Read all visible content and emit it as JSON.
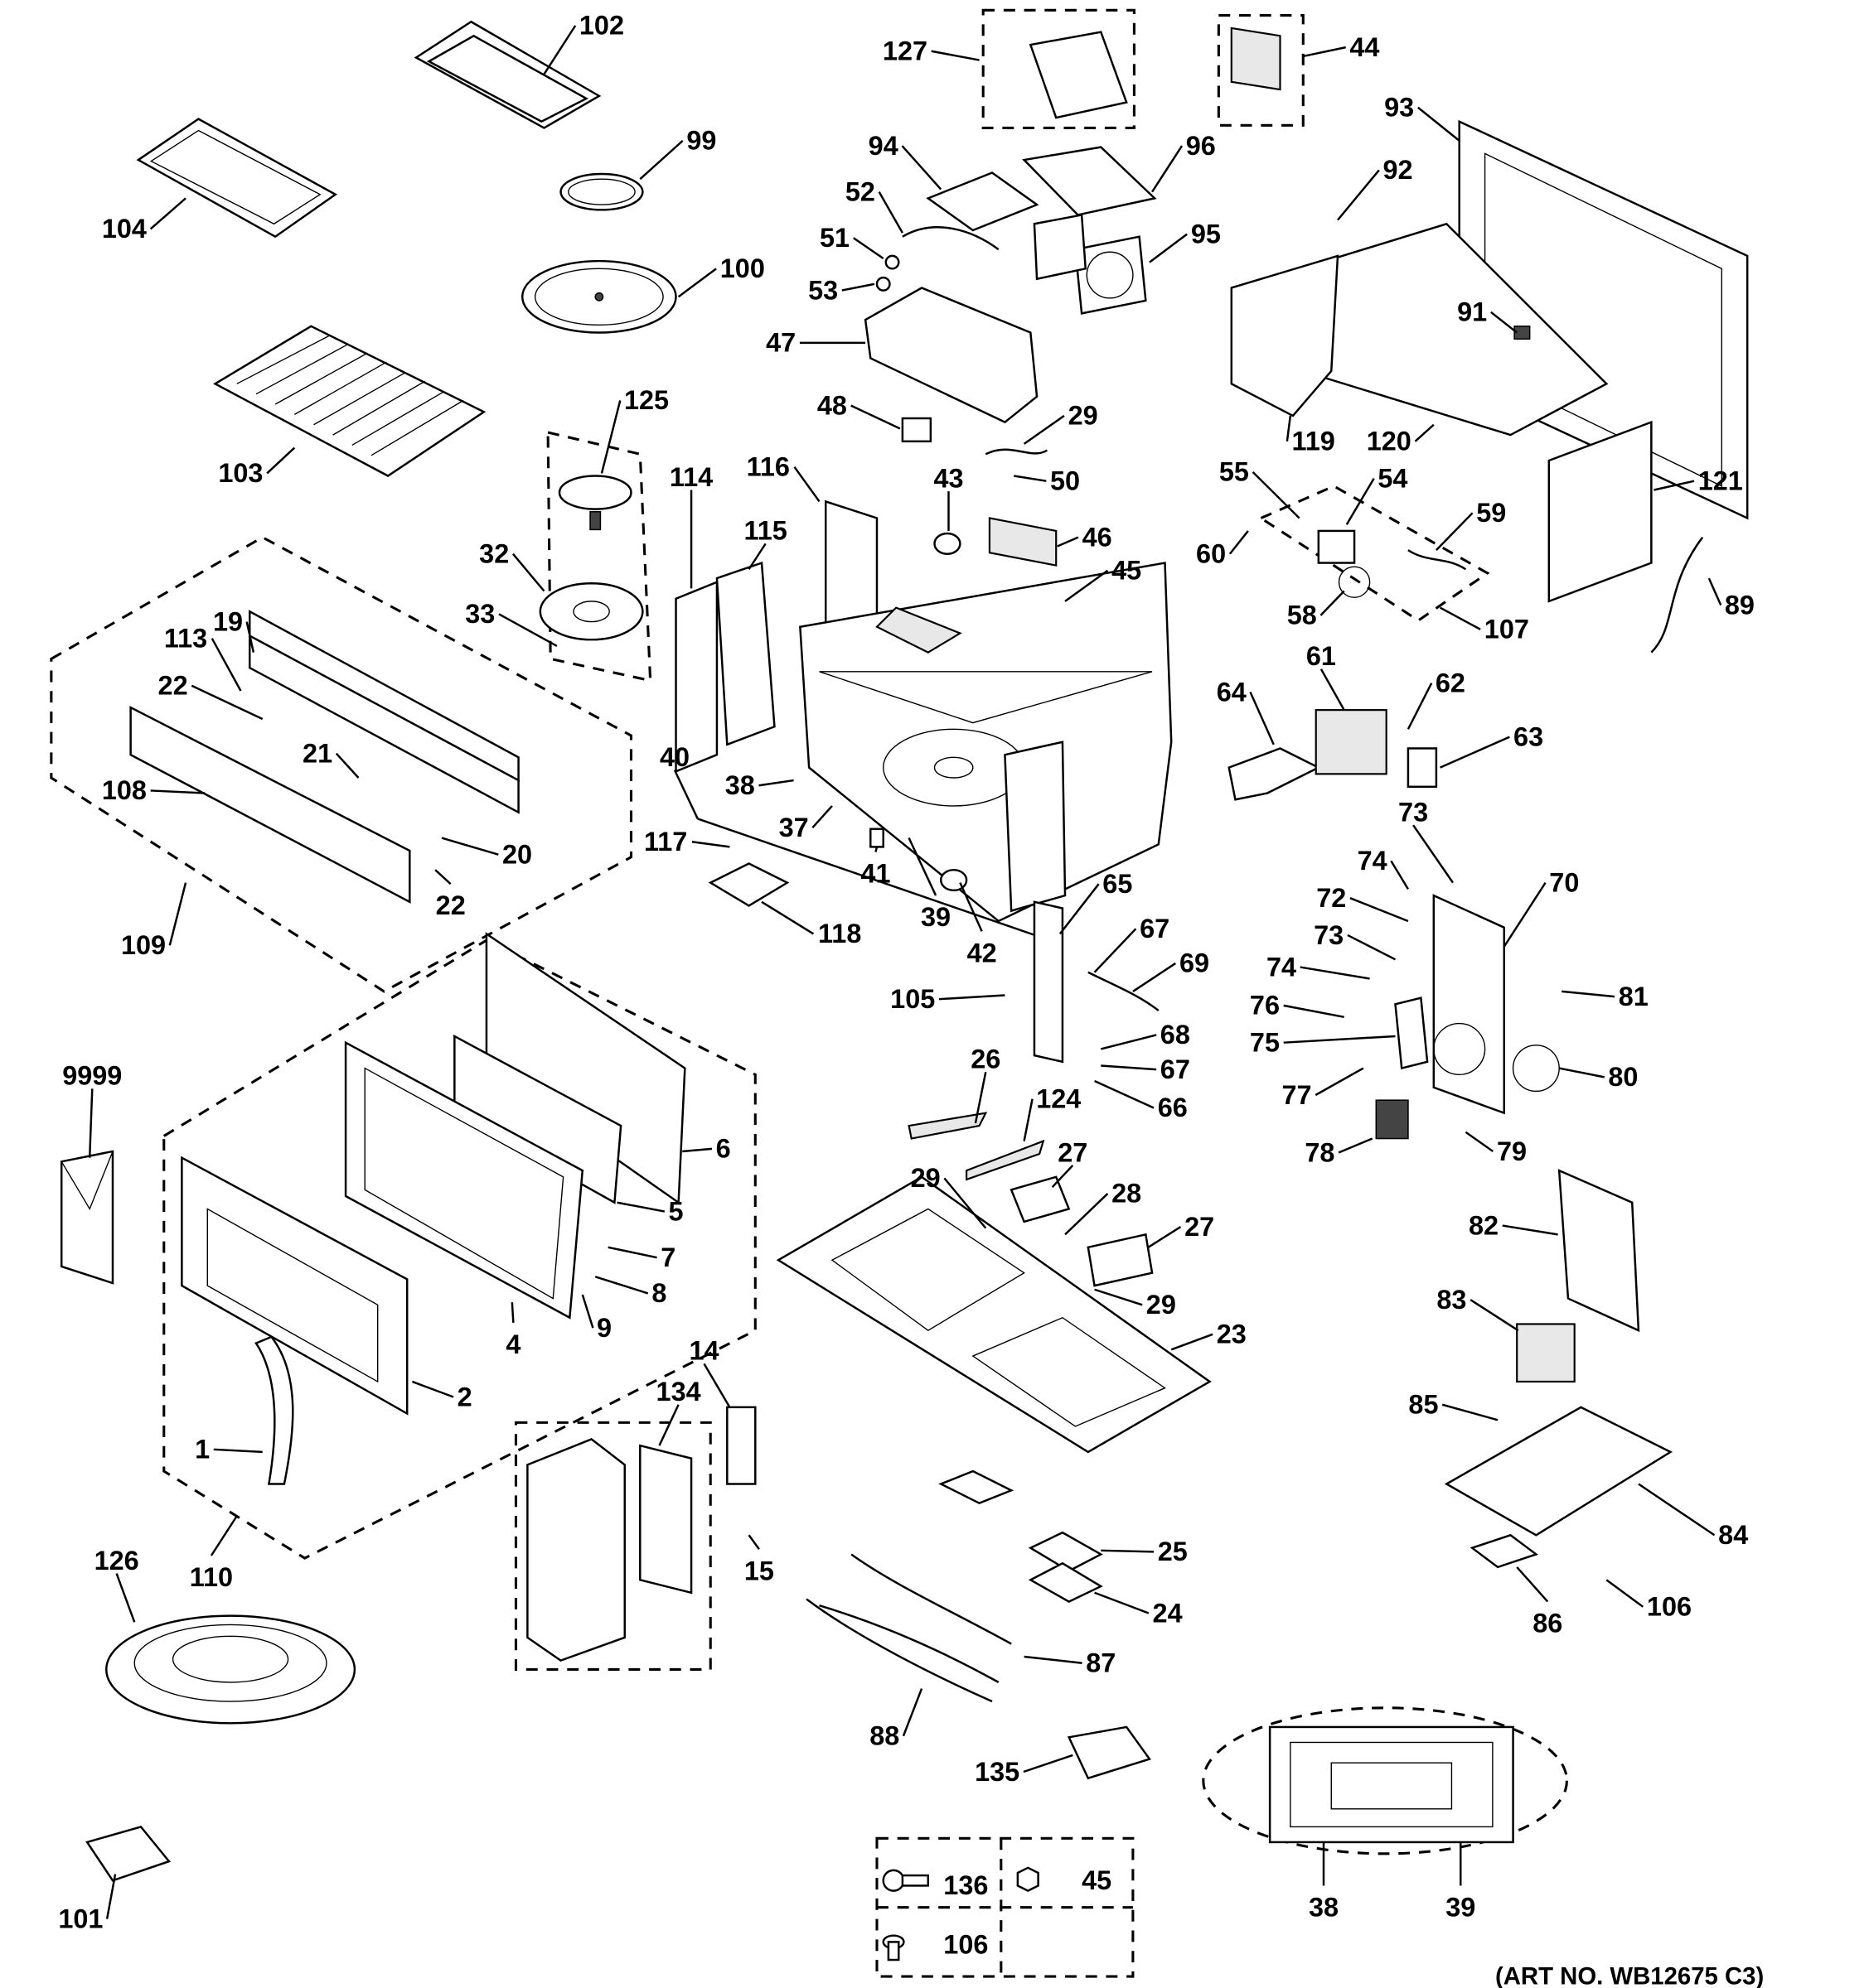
{
  "diagram": {
    "title": "Microwave exploded parts diagram",
    "art_number": "(ART NO. WB12675 C3)",
    "callouts": [
      "102",
      "99",
      "104",
      "100",
      "103",
      "125",
      "114",
      "116",
      "115",
      "32",
      "33",
      "19",
      "113",
      "22",
      "21",
      "108",
      "20",
      "22",
      "109",
      "127",
      "44",
      "94",
      "96",
      "52",
      "51",
      "95",
      "53",
      "47",
      "93",
      "92",
      "91",
      "48",
      "29",
      "50",
      "43",
      "46",
      "45",
      "119",
      "120",
      "121",
      "55",
      "54",
      "59",
      "60",
      "58",
      "107",
      "89",
      "64",
      "61",
      "62",
      "63",
      "40",
      "38",
      "37",
      "117",
      "41",
      "39",
      "42",
      "118",
      "65",
      "67",
      "69",
      "105",
      "68",
      "67",
      "66",
      "73",
      "74",
      "72",
      "70",
      "73",
      "74",
      "81",
      "76",
      "75",
      "80",
      "77",
      "78",
      "79",
      "9999",
      "6",
      "5",
      "7",
      "8",
      "9",
      "4",
      "2",
      "1",
      "110",
      "26",
      "124",
      "27",
      "29",
      "28",
      "27",
      "29",
      "23",
      "14",
      "134",
      "15",
      "126",
      "25",
      "24",
      "87",
      "88",
      "82",
      "83",
      "85",
      "84",
      "86",
      "106",
      "135",
      "101",
      "38",
      "39"
    ],
    "hardware_kit": {
      "screw_136": "136",
      "nut_45": "45",
      "screw_106": "106"
    }
  }
}
